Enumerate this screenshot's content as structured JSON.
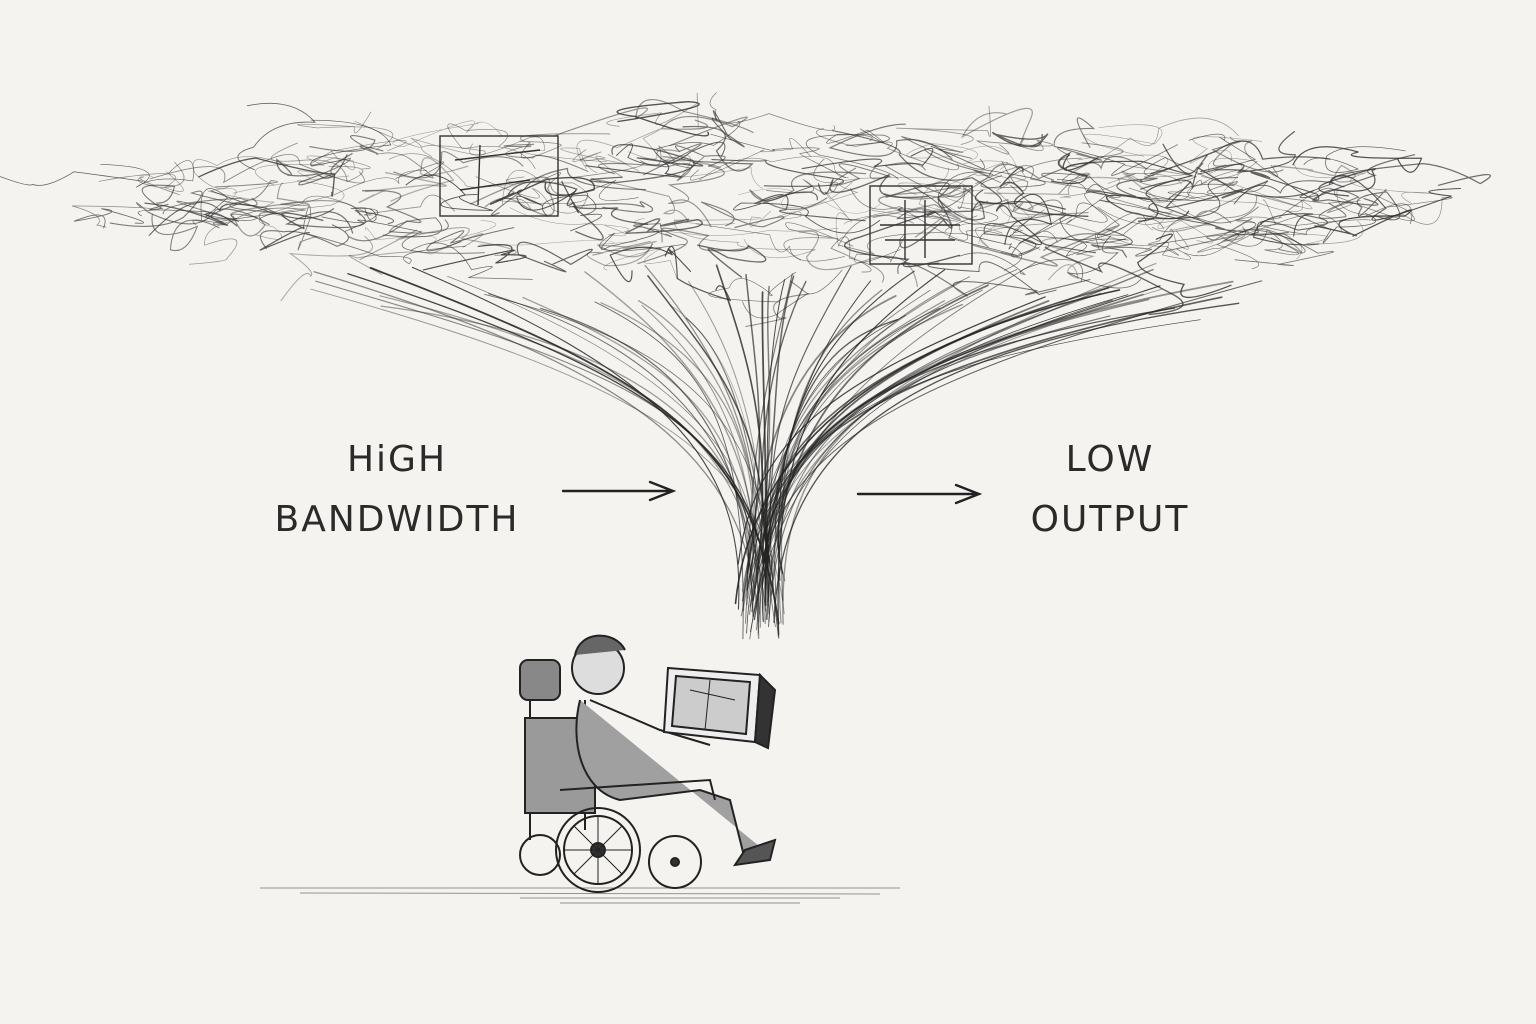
{
  "labels": {
    "input_line1": "HiGH",
    "input_line2": "BANDWIDTH",
    "output_line1": "LOW",
    "output_line2": "OUTPUT"
  },
  "colors": {
    "paper": "#f4f3ef",
    "ink": "#2a2a2a"
  }
}
